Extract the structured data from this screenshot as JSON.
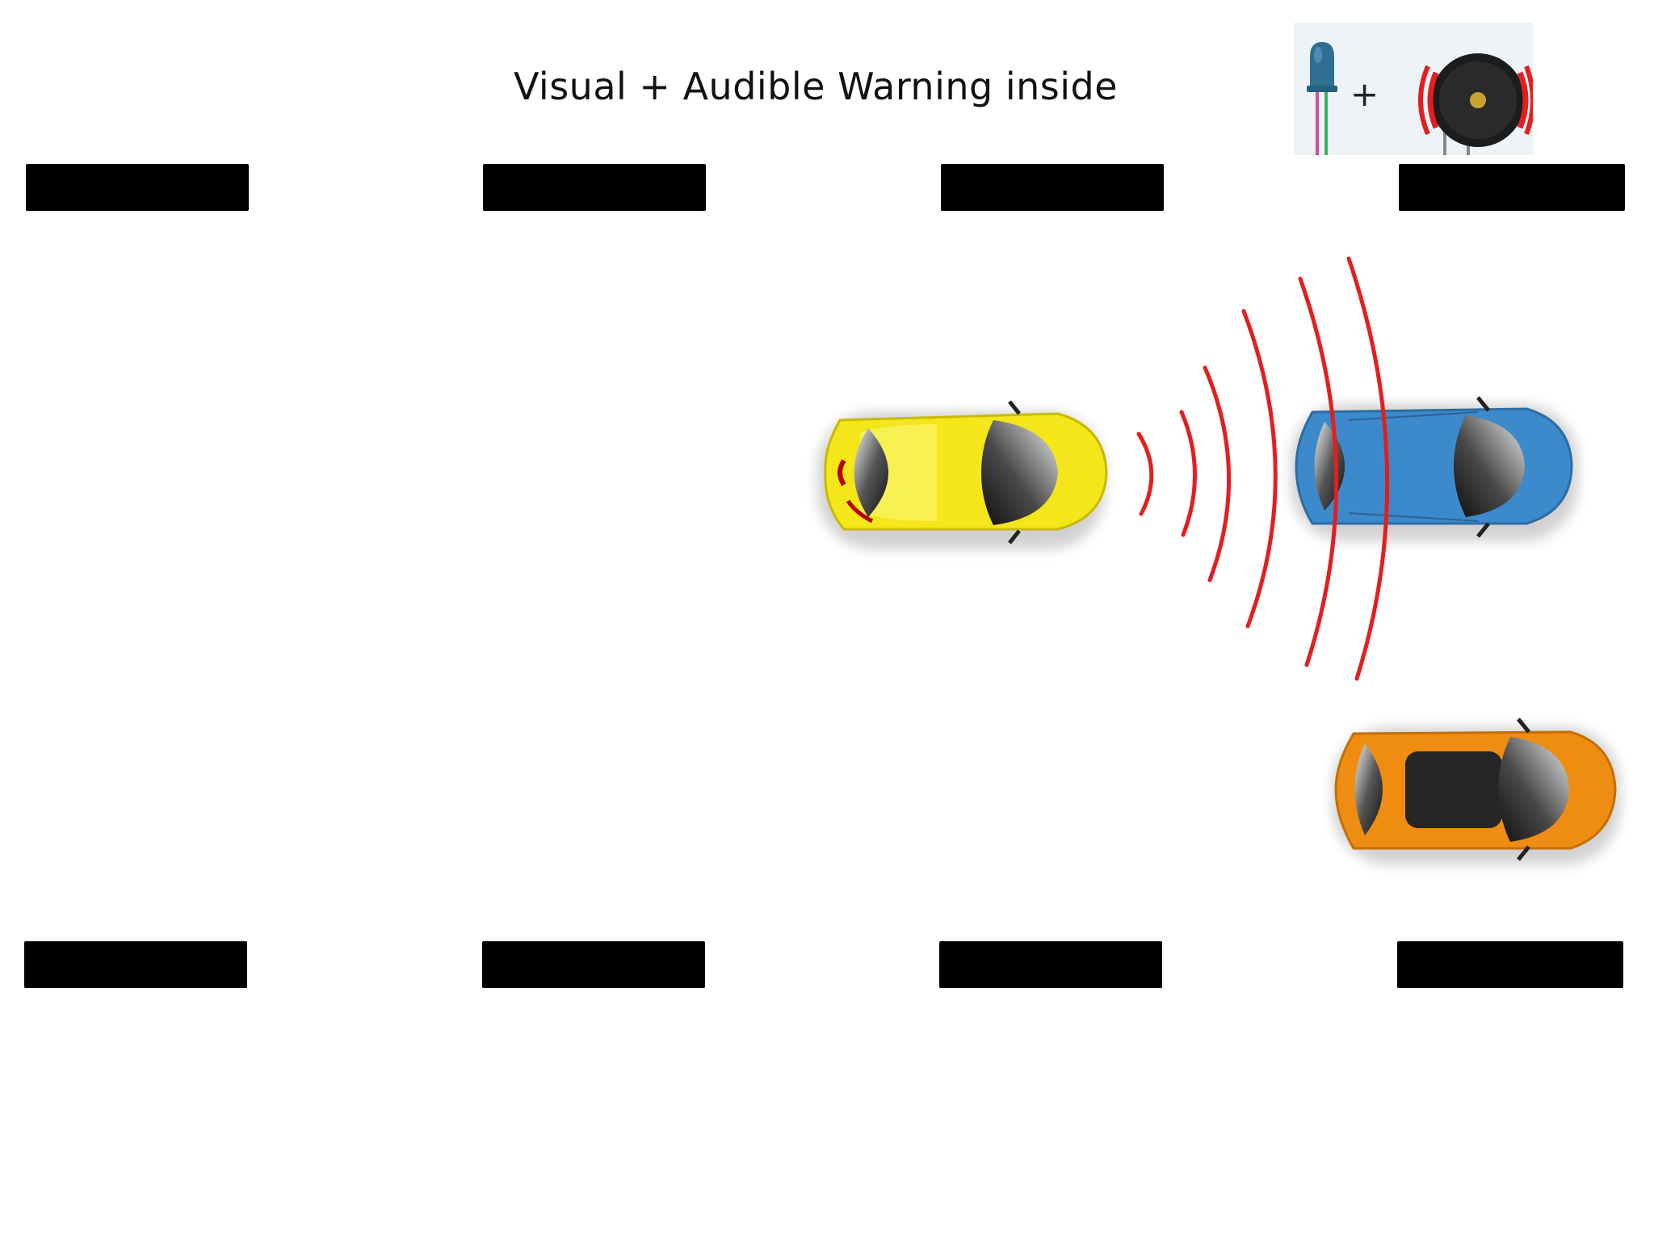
{
  "title": "Visual + Audible Warning inside",
  "inset": {
    "plus": "+",
    "led_color": "#2e6f92",
    "buzzer_color": "#1c1c1c",
    "wave_color": "#e41e1e"
  },
  "cars": [
    {
      "name": "yellow-car",
      "body_color": "#f3e61a",
      "direction": "right"
    },
    {
      "name": "blue-car",
      "body_color": "#3c8acb",
      "direction": "right"
    },
    {
      "name": "orange-car",
      "body_color": "#ef8d12",
      "direction": "right"
    }
  ],
  "warning_wave_color": "#e41e1e",
  "lane_marker_color": "#000000"
}
